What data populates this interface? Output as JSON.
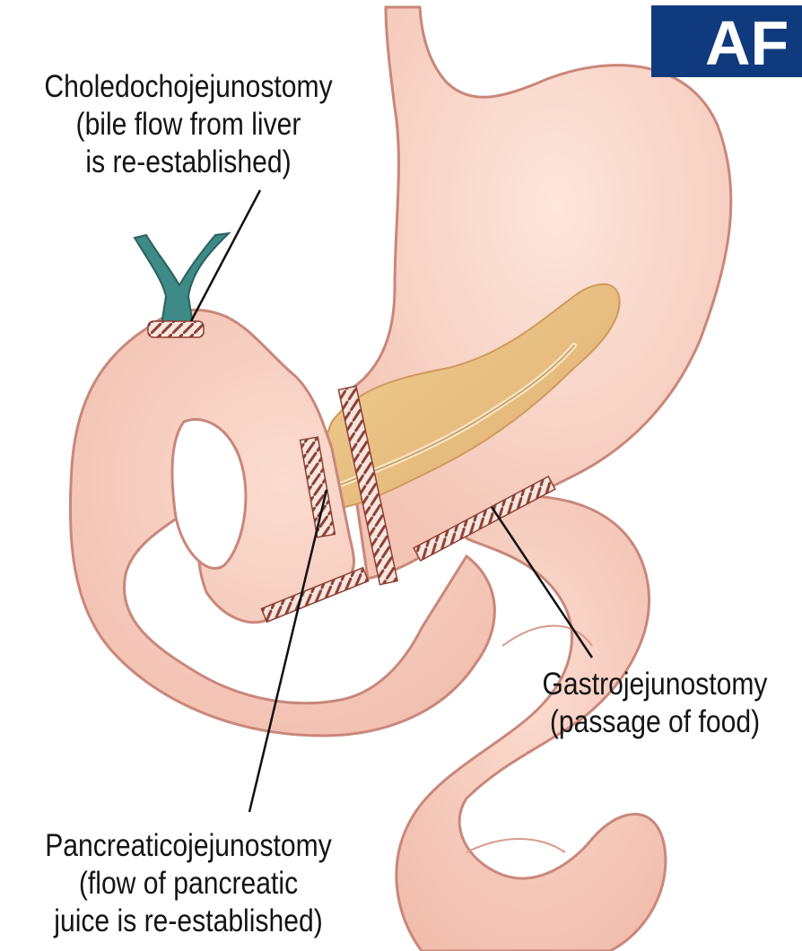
{
  "badge": {
    "text": "AF",
    "color": "#0f3a7d"
  },
  "labels": {
    "choledocho": {
      "line1": "Choledochojejunostomy",
      "line2": "(bile flow from liver",
      "line3": "is re-established)"
    },
    "gastro": {
      "line1": "Gastrojejunostomy",
      "line2": "(passage of food)"
    },
    "pancreatico": {
      "line1": "Pancreaticojejunostomy",
      "line2": "(flow of pancreatic",
      "line3": "juice is re-established)"
    }
  },
  "colors": {
    "organ_fill": "#f8d3c6",
    "organ_outline": "#c9877a",
    "bile_duct": "#3d8a86",
    "pancreas": "#ecc48a",
    "suture": "#8e3f32",
    "leader_line": "#111111"
  }
}
